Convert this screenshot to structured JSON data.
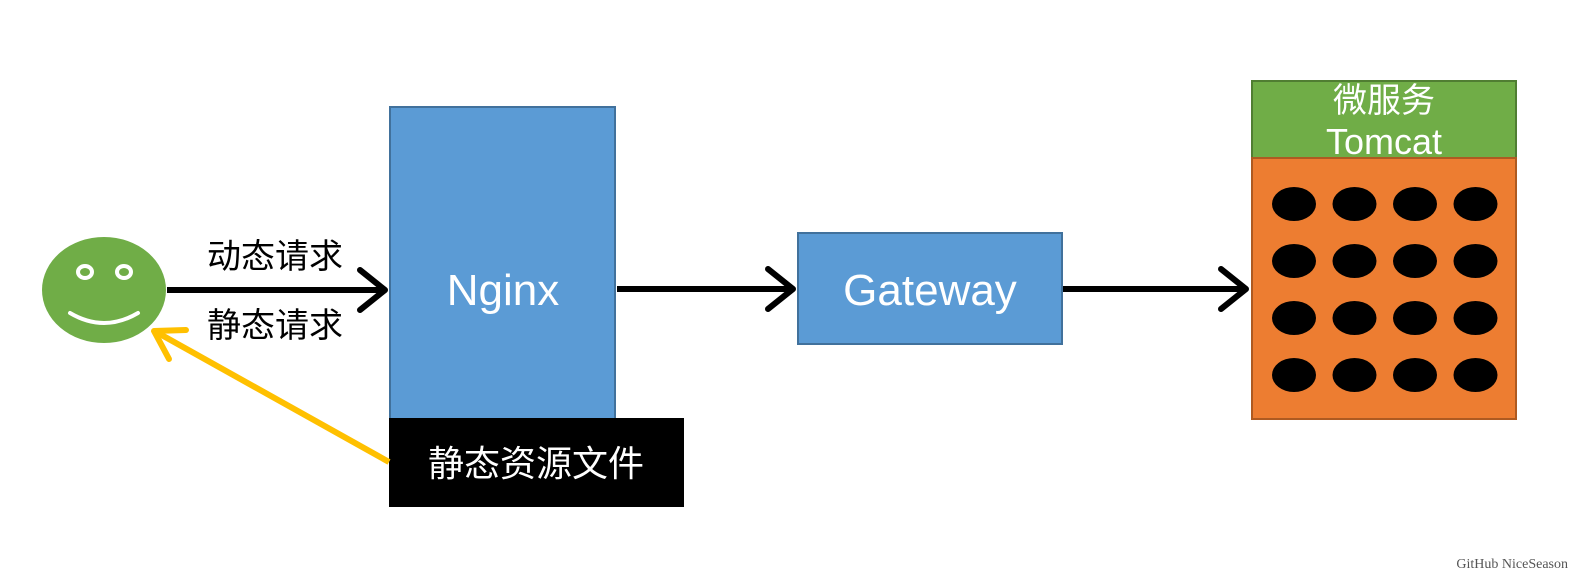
{
  "labels": {
    "dynamic_request": "动态请求",
    "static_request": "静态请求",
    "nginx": "Nginx",
    "static_files": "静态资源文件",
    "gateway": "Gateway",
    "microservice": "微服务",
    "tomcat": "Tomcat",
    "watermark": "GitHub NiceSeason"
  },
  "icons": {
    "user": "smiley-face-icon"
  },
  "thread_pool": {
    "rows": 4,
    "cols": 4
  },
  "colors": {
    "user": "#70ad47",
    "nginx": "#5b9bd5",
    "gateway": "#5b9bd5",
    "microservice_header": "#70ad47",
    "tomcat_body": "#ed7d31",
    "static_files": "#000000",
    "static_response_arrow": "#ffc000",
    "arrows": "#000000"
  }
}
